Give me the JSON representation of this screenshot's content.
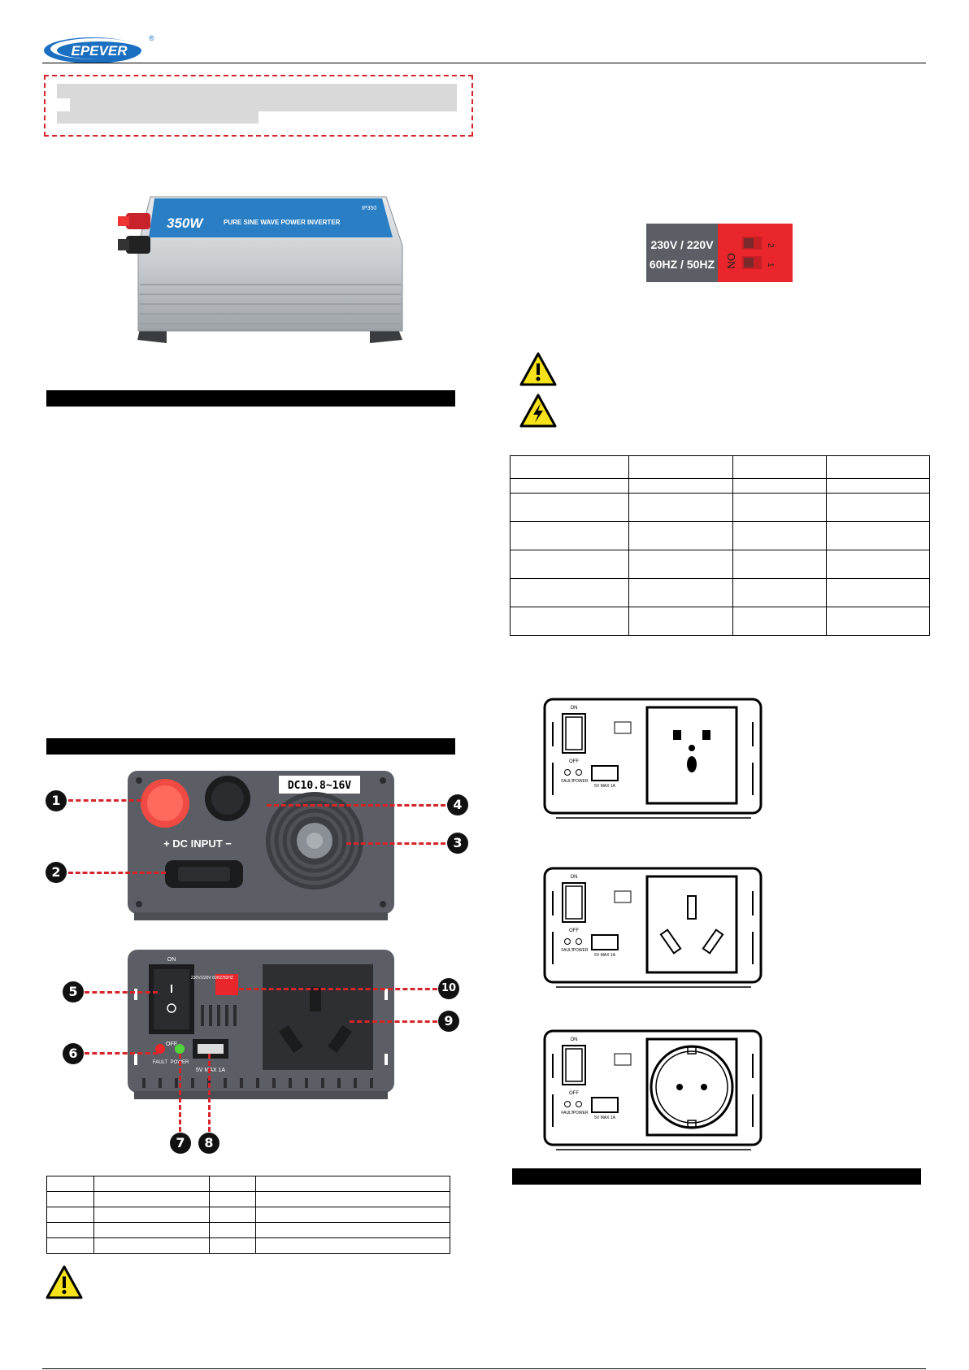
{
  "header": {
    "logo_text": "EPEVER",
    "registered": "®"
  },
  "product": {
    "power_label": "350W",
    "title": "PURE SINE WAVE POWER INVERTER",
    "model": "IP350"
  },
  "dc_panel": {
    "voltage_label": "DC10.8~16V",
    "input_label": "+ DC INPUT −"
  },
  "ac_panel": {
    "on": "ON",
    "off": "OFF",
    "fault": "FAULT",
    "power": "POWER",
    "usb": "5V MAX 1A",
    "switch_text": "230V/220V 60HZ/50HZ"
  },
  "callouts": [
    "1",
    "2",
    "3",
    "4",
    "5",
    "6",
    "7",
    "8",
    "9",
    "10"
  ],
  "dip_switch": {
    "voltage": "230V / 220V",
    "frequency": "60HZ / 50HZ",
    "on": "ON",
    "pos2": "2",
    "pos1": "1"
  },
  "outlet_panel": {
    "on": "ON",
    "off": "OFF",
    "fault": "FAULT",
    "power": "POWER",
    "usb": "5V MAX 1A"
  },
  "colors": {
    "accent_red": "#d6252a",
    "panel_gray": "#55595f",
    "switch_red": "#e8262b",
    "warning_yellow": "#f5e21a",
    "banner_blue": "#2a7fc4"
  },
  "icons": [
    "warning-icon",
    "electric-shock-icon"
  ]
}
